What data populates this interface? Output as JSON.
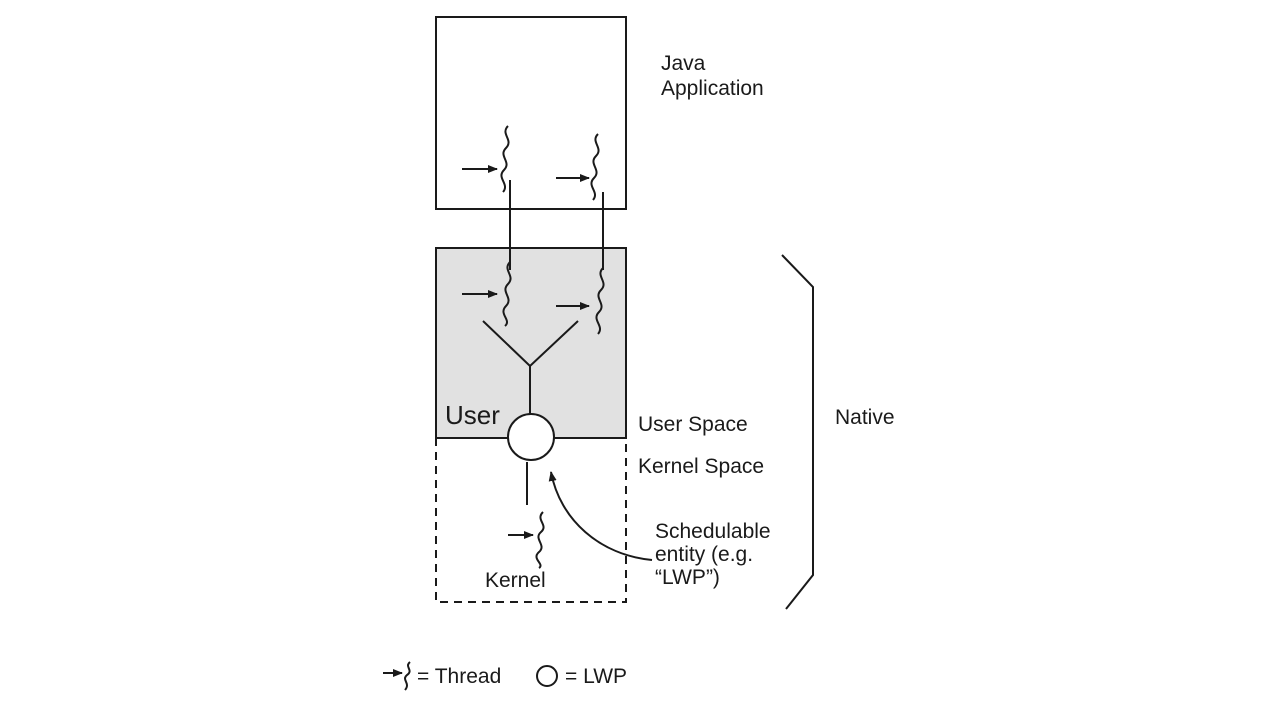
{
  "labels": {
    "java_application": [
      "Java",
      "Application"
    ],
    "native": "Native",
    "user_box": "User",
    "kernel_box": "Kernel",
    "user_space": "User Space",
    "kernel_space": "Kernel Space",
    "schedulable": [
      "Schedulable",
      "entity (e.g.",
      "“LWP”)"
    ]
  },
  "legend": {
    "thread": "= Thread",
    "lwp": "= LWP"
  },
  "icons": {
    "thread": "thread-icon",
    "lwp": "lwp-circle-icon"
  },
  "colors": {
    "user_region_fill": "#e1e1e1",
    "line": "#1a1a1a"
  }
}
